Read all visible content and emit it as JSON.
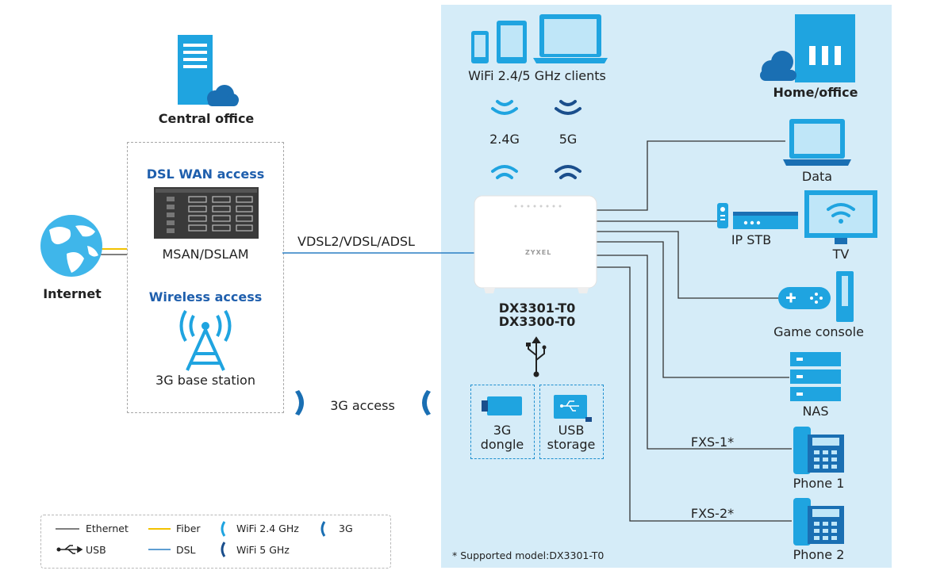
{
  "central_office": {
    "label": "Central office"
  },
  "dsl_wan": {
    "title": "DSL WAN access",
    "device_label": "MSAN/DSLAM"
  },
  "wireless": {
    "title": "Wireless access",
    "device_label": "3G base station"
  },
  "internet": {
    "label": "Internet"
  },
  "links": {
    "dsl_label": "VDSL2/VDSL/ADSL",
    "access_3g_label": "3G access",
    "fxs1": "FXS-1*",
    "fxs2": "FXS-2*"
  },
  "wifi": {
    "clients_label": "WiFi 2.4/5 GHz clients",
    "band_24": "2.4G",
    "band_5": "5G"
  },
  "home_office": {
    "label": "Home/office"
  },
  "router": {
    "brand": "ZYXEL",
    "model_1": "DX3301-T0",
    "model_2": "DX3300-T0"
  },
  "usb_devices": [
    {
      "line1": "3G",
      "line2": "dongle"
    },
    {
      "line1": "USB",
      "line2": "storage"
    }
  ],
  "lan_devices": {
    "data": "Data",
    "stb": "IP STB",
    "tv": "TV",
    "game": "Game console",
    "nas": "NAS",
    "phone1": "Phone 1",
    "phone2": "Phone 2"
  },
  "footnote": "* Supported model:DX3301-T0",
  "legend": {
    "ethernet": "Ethernet",
    "fiber": "Fiber",
    "wifi24": "WiFi 2.4 GHz",
    "g3": "3G",
    "usb": "USB",
    "dsl": "DSL",
    "wifi5": "WiFi 5 GHz"
  },
  "colors": {
    "panel": "#d5ecf8",
    "accent_blue": "#1fa4e0",
    "dark_blue": "#1a4e8c",
    "title_blue": "#1f5fad",
    "fiber": "#f2c200",
    "dsl": "#2a7fc4"
  }
}
